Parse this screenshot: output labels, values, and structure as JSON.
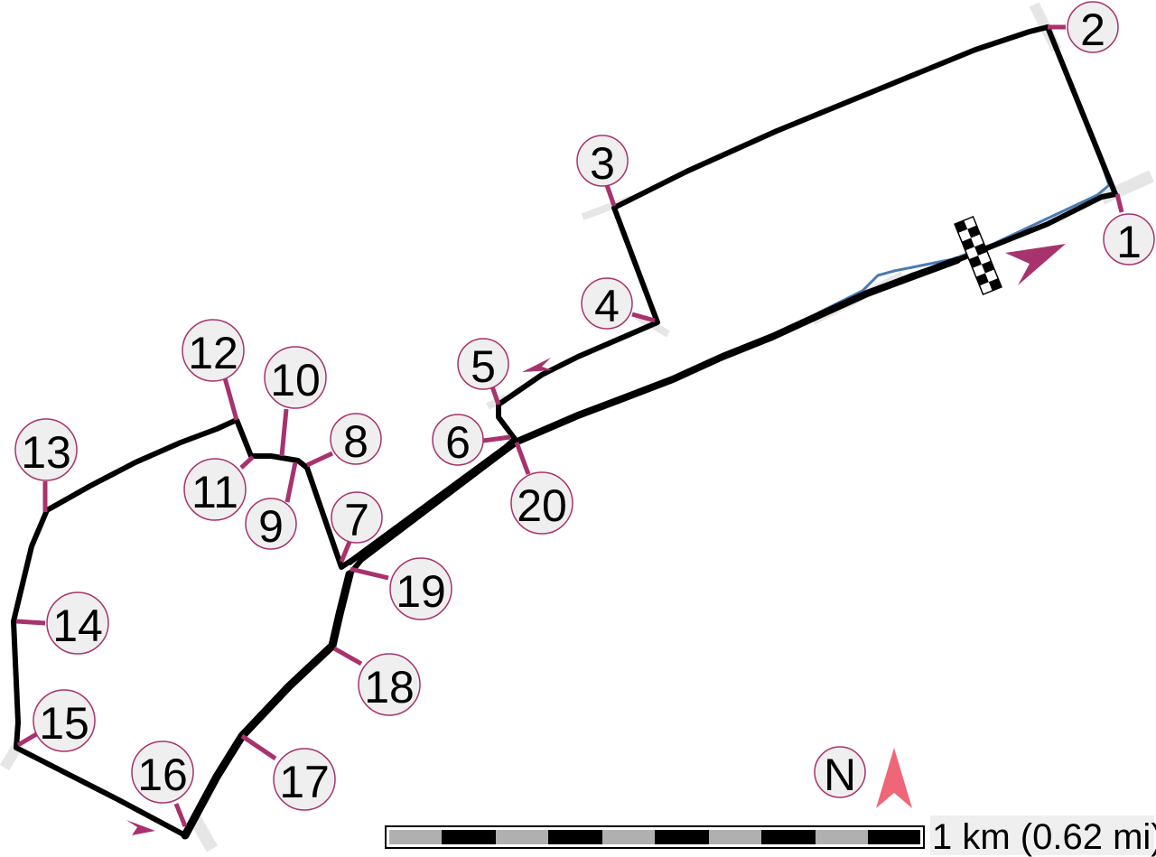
{
  "corners": [
    "1",
    "2",
    "3",
    "4",
    "5",
    "6",
    "7",
    "8",
    "9",
    "10",
    "11",
    "12",
    "13",
    "14",
    "15",
    "16",
    "17",
    "18",
    "19",
    "20"
  ],
  "north_label": "N",
  "scale_label": "1 km (0.62 mi)",
  "colors": {
    "track": "#000000",
    "pit_lane": "#4a7bb0",
    "corner_marker": "#a8326e",
    "direction_arrow": "#a8326e",
    "north_arrow": "#ee6677",
    "circle_fill": "#efefef"
  },
  "icons": [
    "checkered-flag-icon",
    "direction-arrow-icon",
    "north-arrow-icon"
  ]
}
